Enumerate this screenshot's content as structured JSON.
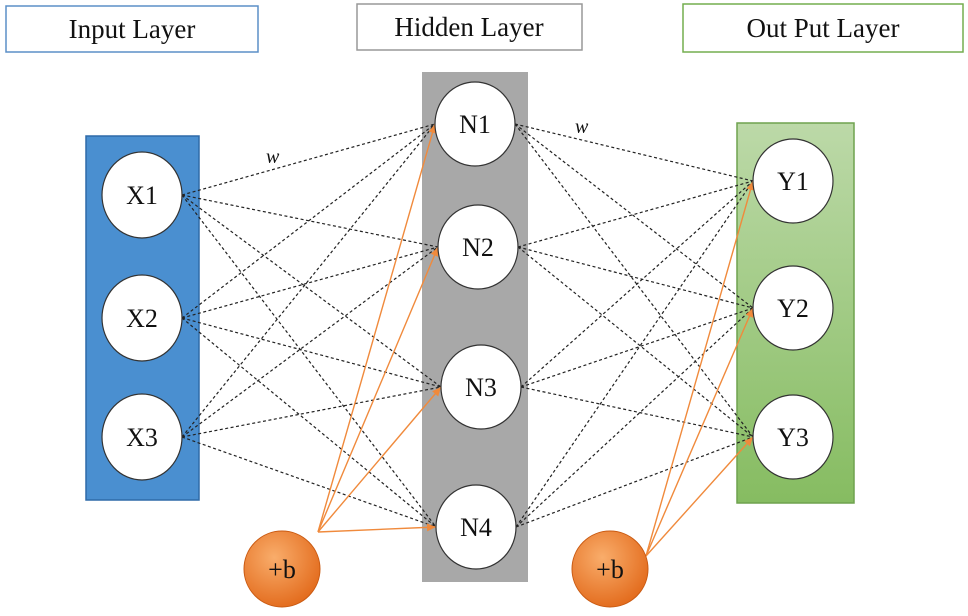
{
  "layers": {
    "input": {
      "title": "Input Layer"
    },
    "hidden": {
      "title": "Hidden Layer"
    },
    "output": {
      "title": "Out Put Layer"
    }
  },
  "nodes": {
    "input": [
      "X1",
      "X2",
      "X3"
    ],
    "hidden": [
      "N1",
      "N2",
      "N3",
      "N4"
    ],
    "output": [
      "Y1",
      "Y2",
      "Y3"
    ]
  },
  "bias": {
    "hidden": "+b",
    "output": "+b"
  },
  "weights": {
    "input_to_hidden": "w",
    "hidden_to_output": "w"
  },
  "colors": {
    "input_panel": "#4a8fd0",
    "input_panel_border": "#2e6aa8",
    "hidden_panel": "#a8a8a8",
    "output_panel_top": "#b9d7a4",
    "output_panel_bottom": "#84bb5f",
    "output_panel_border": "#6fa24f",
    "input_title_border": "#5b8fc7",
    "hidden_title_border": "#999999",
    "output_title_border": "#74ad4f",
    "bias_fill_light": "#f7a35a",
    "bias_fill_dark": "#e36d18",
    "bias_edge": "#f08a3c",
    "weight_edge": "#222222"
  }
}
